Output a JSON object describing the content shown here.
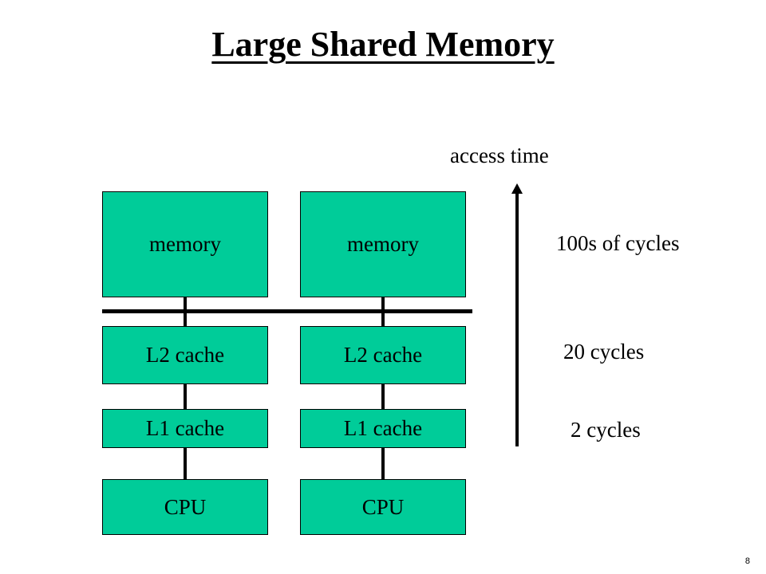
{
  "title": "Large Shared Memory",
  "columns": [
    {
      "memory": "memory",
      "l2": "L2 cache",
      "l1": "L1 cache",
      "cpu": "CPU"
    },
    {
      "memory": "memory",
      "l2": "L2 cache",
      "l1": "L1 cache",
      "cpu": "CPU"
    }
  ],
  "axis": {
    "label": "access time",
    "levels": [
      "100s of cycles",
      "20 cycles",
      "2 cycles"
    ]
  },
  "page_number": "8",
  "colors": {
    "box_fill": "#00cc99",
    "line": "#000000"
  }
}
